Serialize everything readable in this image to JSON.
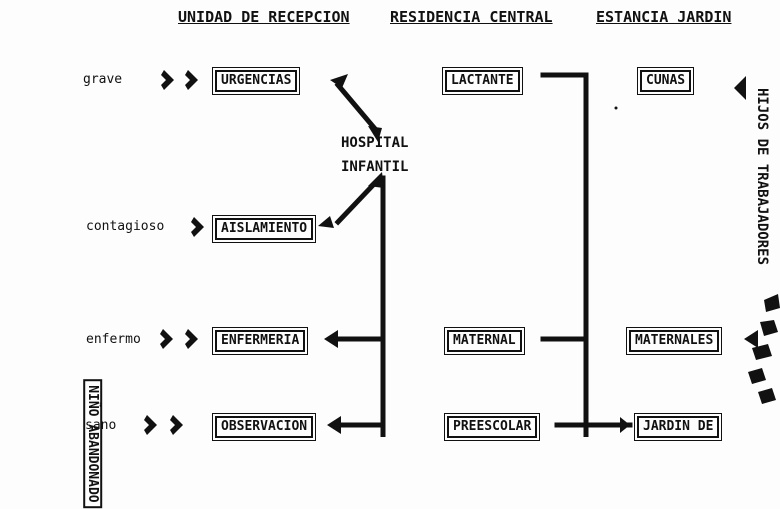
{
  "headers": {
    "reception": "UNIDAD DE RECEPCION",
    "central": "RESIDENCIA CENTRAL",
    "garden": "ESTANCIA JARDIN"
  },
  "left_label": "NIÑO ABANDONADO",
  "right_label": "HIJOS DE TRABAJADORES",
  "conditions": {
    "grave": "grave",
    "contagioso": "contagioso",
    "enfermo": "enfermo",
    "sano": "sano"
  },
  "reception_units": {
    "urgencias": "URGENCIAS",
    "aislamiento": "AISLAMIENTO",
    "enfermeria": "ENFERMERIA",
    "observacion": "OBSERVACION"
  },
  "hospital": {
    "line1": "HOSPITAL",
    "line2": "INFANTIL"
  },
  "central_units": {
    "lactante": "LACTANTE",
    "maternal": "MATERNAL",
    "preescolar": "PREESCOLAR"
  },
  "garden_units": {
    "cunas": "CUNAS",
    "maternales": "MATERNALES",
    "jardin": "JARDIN DE"
  }
}
